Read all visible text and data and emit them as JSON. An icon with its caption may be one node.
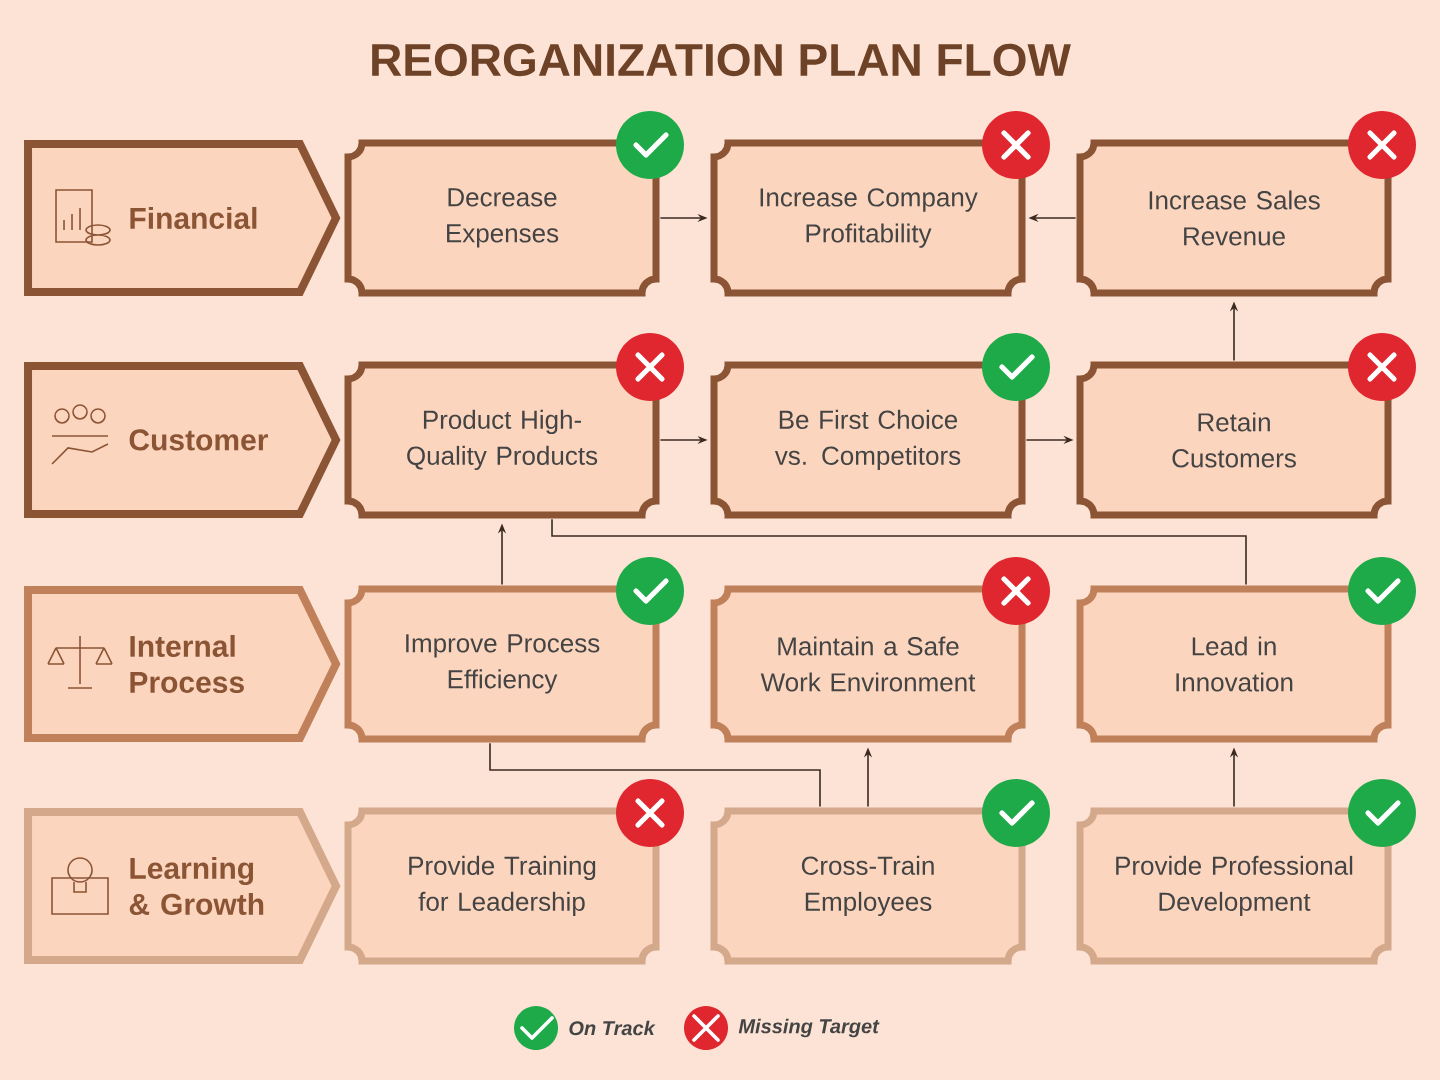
{
  "diagram": {
    "title": "REORGANIZATION PLAN FLOW",
    "nodes": [
      {
        "text": [
          "Financial"
        ]
      },
      {
        "text": [
          "Decrease Expenses"
        ]
      },
      {
        "text": [
          "Increase Company Profitability"
        ]
      },
      {
        "text": [
          "Increase Sales Revenue"
        ]
      },
      {
        "text": [
          "Customer"
        ]
      },
      {
        "text": [
          "Product High-Quality Products"
        ]
      },
      {
        "text": [
          "Be First Choice vs. Competitors"
        ]
      },
      {
        "text": [
          "Retain Customers"
        ]
      },
      {
        "text": [
          "Internal Process"
        ]
      },
      {
        "text": [
          "Improve Process Efficiency"
        ]
      },
      {
        "text": [
          "Maintain a Safe Work Environment"
        ]
      },
      {
        "text": [
          "Lead in Innovation"
        ]
      },
      {
        "text": [
          "Learning & Growth"
        ]
      },
      {
        "text": [
          "Provide Training for Leadership"
        ]
      },
      {
        "text": [
          "Cross-Train Employees"
        ]
      },
      {
        "text": [
          "Provide Professional Development"
        ]
      }
    ],
    "edges": [
      {
        "from": 1,
        "to": 2,
        "arrow": "to"
      },
      {
        "from": 3,
        "to": 2,
        "arrow": "to"
      },
      {
        "from": 7,
        "to": 3,
        "arrow": "to"
      },
      {
        "from": 5,
        "to": 6,
        "arrow": "to"
      },
      {
        "from": 6,
        "to": 7,
        "arrow": "to"
      },
      {
        "from": 9,
        "to": 5,
        "arrow": "to"
      },
      {
        "from": 11,
        "to": 5,
        "arrow": "none"
      },
      {
        "from": 9,
        "to": 14,
        "arrow": "none"
      },
      {
        "from": 14,
        "to": 10,
        "arrow": "to"
      },
      {
        "from": 15,
        "to": 11,
        "arrow": "to"
      }
    ],
    "legend": [
      {
        "text": "On Track"
      },
      {
        "text": "Missing Target"
      }
    ]
  }
}
